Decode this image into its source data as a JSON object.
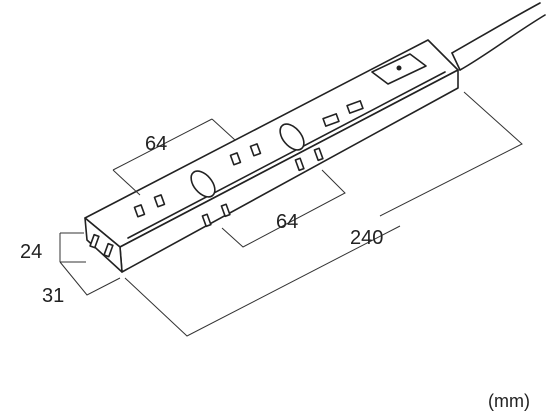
{
  "dimensions": {
    "top_outlet_spacing": "64",
    "side_outlet_spacing": "64",
    "length": "240",
    "height": "24",
    "width": "31"
  },
  "unit_label": "(mm)",
  "colors": {
    "outline": "#222222",
    "background": "#ffffff"
  }
}
